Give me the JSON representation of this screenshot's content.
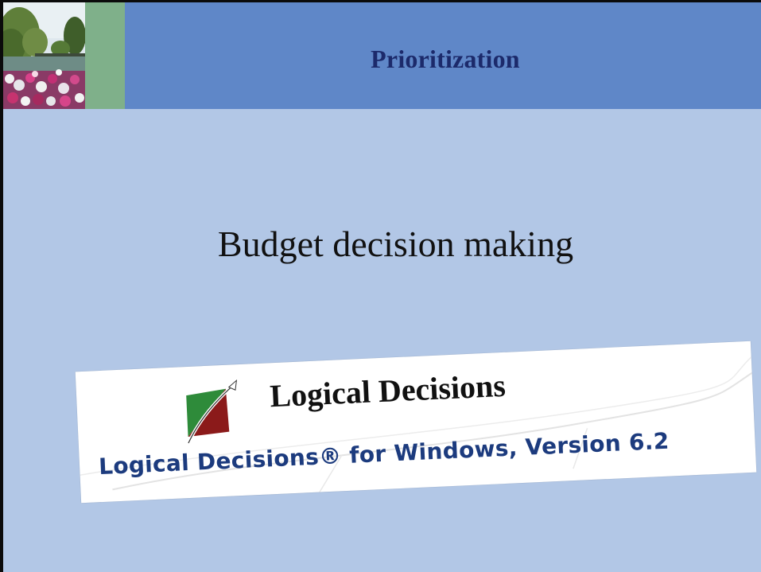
{
  "header": {
    "title": "Prioritization"
  },
  "main": {
    "subtitle": "Budget decision making"
  },
  "logo": {
    "brand_name": "Logical Decisions",
    "product_line": "Logical Decisions® for Windows, Version 6.2",
    "icon": "logical-decisions-logo-icon"
  },
  "colors": {
    "slide_background": "#b2c7e6",
    "header_band": "#5f87c8",
    "accent_strip": "#7fb08a",
    "title_text": "#1c2a6b",
    "product_text": "#1c3b7e"
  }
}
